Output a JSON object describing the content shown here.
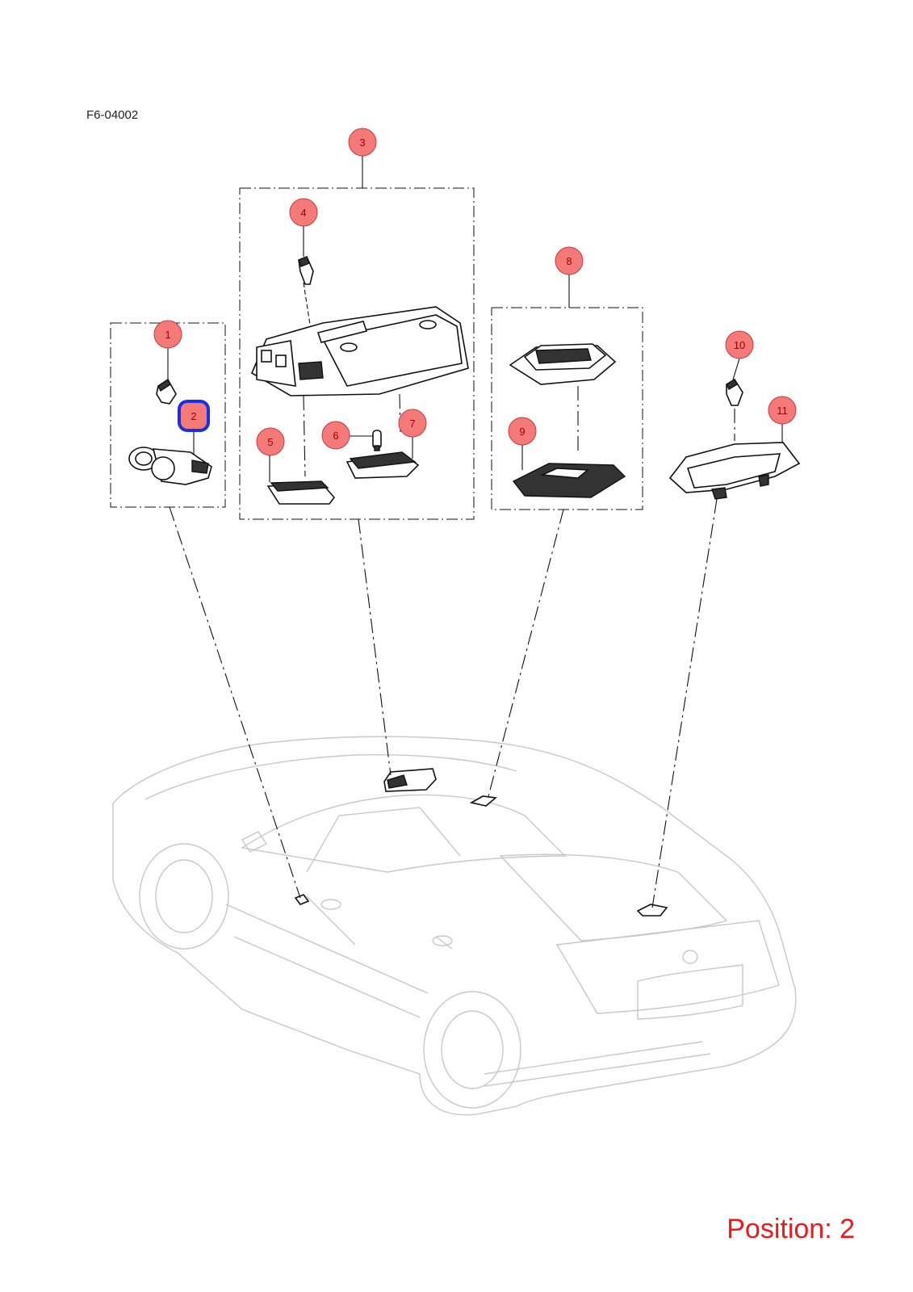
{
  "header": {
    "code": "F6-04002"
  },
  "status": {
    "position_text": "Position: 2",
    "position_color": "#f01818"
  },
  "callouts": [
    {
      "number": "1",
      "part": "door-courtesy-bulb"
    },
    {
      "number": "2",
      "part": "door-courtesy-lamp-assembly",
      "selected": true
    },
    {
      "number": "3",
      "part": "overhead-console-lamp-assembly"
    },
    {
      "number": "4",
      "part": "console-bulb"
    },
    {
      "number": "5",
      "part": "map-lamp-lens-left"
    },
    {
      "number": "6",
      "part": "festoon-bulb"
    },
    {
      "number": "7",
      "part": "map-lamp-lens-right"
    },
    {
      "number": "8",
      "part": "dome-lamp-assembly"
    },
    {
      "number": "9",
      "part": "dome-lamp-lens"
    },
    {
      "number": "10",
      "part": "rear-lamp-bulb"
    },
    {
      "number": "11",
      "part": "rear-reading-lamp-assembly"
    }
  ],
  "colors": {
    "callout_fill": "#f47a7a",
    "selected_ring": "#1a2ee8",
    "car_outline": "#c8c8c8"
  }
}
